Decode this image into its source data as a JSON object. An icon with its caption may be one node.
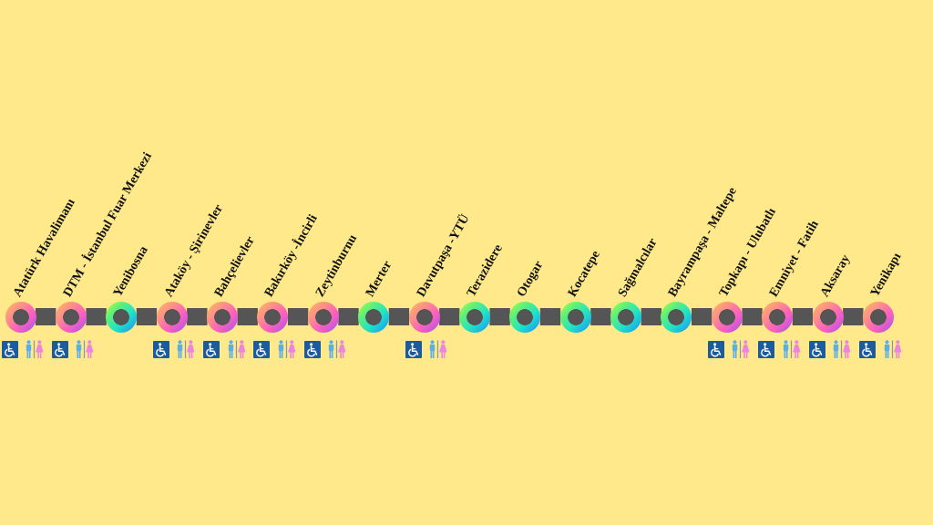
{
  "diagram": {
    "nodes": [
      {
        "text": [
          "Atatürk Havalimanı"
        ]
      },
      {
        "text": [
          "DTM - İstanbul Fuar Merkezi"
        ]
      },
      {
        "text": [
          "Yenibosna"
        ]
      },
      {
        "text": [
          "Ataköy - Şirinevler"
        ]
      },
      {
        "text": [
          "Bahçelievler"
        ]
      },
      {
        "text": [
          "Bakırköy -İncirli"
        ]
      },
      {
        "text": [
          "Zeytinburnu"
        ]
      },
      {
        "text": [
          "Merter"
        ]
      },
      {
        "text": [
          "Davutpaşa -YTÜ"
        ]
      },
      {
        "text": [
          "Terazidere"
        ]
      },
      {
        "text": [
          "Otogar"
        ]
      },
      {
        "text": [
          "Kocatepe"
        ]
      },
      {
        "text": [
          "Sağmalcılar"
        ]
      },
      {
        "text": [
          "Bayrampaşa - Maltepe"
        ]
      },
      {
        "text": [
          "Topkapı - Ulubatlı"
        ]
      },
      {
        "text": [
          "Emniyet - Fatih"
        ]
      },
      {
        "text": [
          "Aksaray"
        ]
      },
      {
        "text": [
          "Yenikapı"
        ]
      }
    ],
    "edges": [
      {
        "from": 0,
        "to": 1,
        "arrow": "none"
      },
      {
        "from": 1,
        "to": 2,
        "arrow": "none"
      },
      {
        "from": 2,
        "to": 3,
        "arrow": "none"
      },
      {
        "from": 3,
        "to": 4,
        "arrow": "none"
      },
      {
        "from": 4,
        "to": 5,
        "arrow": "none"
      },
      {
        "from": 5,
        "to": 6,
        "arrow": "none"
      },
      {
        "from": 6,
        "to": 7,
        "arrow": "none"
      },
      {
        "from": 7,
        "to": 8,
        "arrow": "none"
      },
      {
        "from": 8,
        "to": 9,
        "arrow": "none"
      },
      {
        "from": 9,
        "to": 10,
        "arrow": "none"
      },
      {
        "from": 10,
        "to": 11,
        "arrow": "none"
      },
      {
        "from": 11,
        "to": 12,
        "arrow": "none"
      },
      {
        "from": 12,
        "to": 13,
        "arrow": "none"
      },
      {
        "from": 13,
        "to": 14,
        "arrow": "none"
      },
      {
        "from": 14,
        "to": 15,
        "arrow": "none"
      },
      {
        "from": 15,
        "to": 16,
        "arrow": "none"
      },
      {
        "from": 16,
        "to": 17,
        "arrow": "none"
      }
    ]
  }
}
